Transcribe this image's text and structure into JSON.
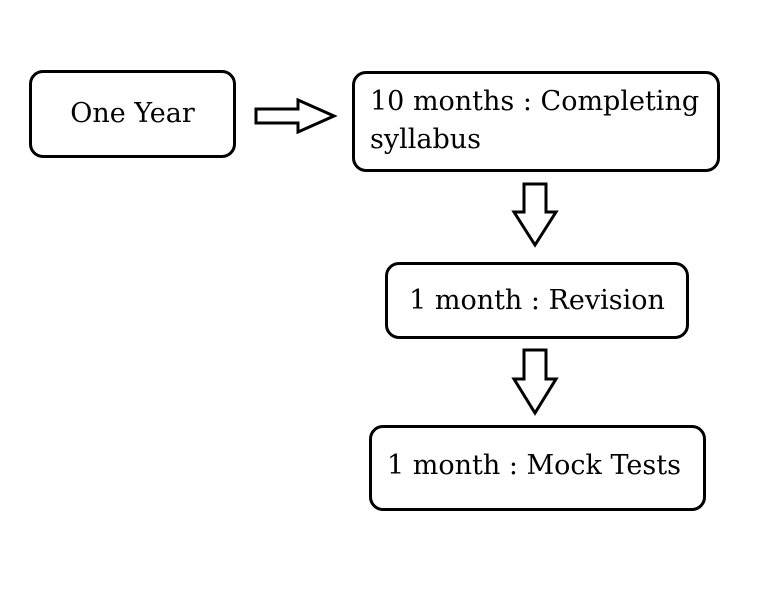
{
  "diagram": {
    "nodes": {
      "one_year": "One Year",
      "ten_months_line1": "10 months : Completing",
      "ten_months_line2": "syllabus",
      "revision": "1 month : Revision",
      "mock_tests": "1 month : Mock Tests"
    },
    "edges": [
      {
        "from": "One Year",
        "to": "10 months : Completing syllabus"
      },
      {
        "from": "10 months : Completing syllabus",
        "to": "1 month : Revision"
      },
      {
        "from": "1 month : Revision",
        "to": "1 month : Mock Tests"
      }
    ],
    "colors": {
      "stroke": "#000000",
      "fill": "#ffffff"
    }
  }
}
